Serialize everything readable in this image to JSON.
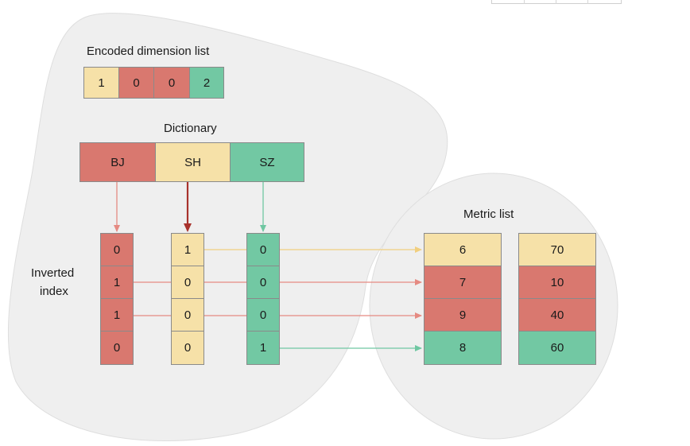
{
  "colors": {
    "yellow": "#f6e1a8",
    "red": "#d9786f",
    "green": "#72c8a3",
    "blob": "#efefef",
    "arrow_yellow": "#f1cf7f",
    "arrow_red": "#e58a82",
    "arrow_dark_red": "#a8322c",
    "arrow_green": "#6fc7a2"
  },
  "labels": {
    "encoded_title": "Encoded dimension list",
    "dictionary_title": "Dictionary",
    "inverted_line1": "Inverted",
    "inverted_line2": "index",
    "metric_title": "Metric list"
  },
  "encoded": [
    "1",
    "0",
    "0",
    "2"
  ],
  "dictionary": [
    "BJ",
    "SH",
    "SZ"
  ],
  "inverted": {
    "bj": [
      "0",
      "1",
      "1",
      "0"
    ],
    "sh": [
      "1",
      "0",
      "0",
      "0"
    ],
    "sz": [
      "0",
      "0",
      "0",
      "1"
    ]
  },
  "metric": {
    "col1": [
      "6",
      "7",
      "9",
      "8"
    ],
    "col2": [
      "70",
      "10",
      "40",
      "60"
    ]
  }
}
